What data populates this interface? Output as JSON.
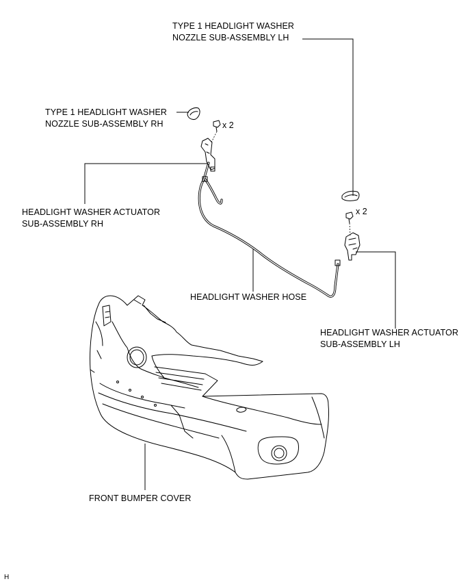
{
  "labels": {
    "nozzle_lh": [
      "TYPE 1 HEADLIGHT WASHER",
      "NOZZLE SUB-ASSEMBLY LH"
    ],
    "nozzle_rh": [
      "TYPE 1 HEADLIGHT WASHER",
      "NOZZLE SUB-ASSEMBLY RH"
    ],
    "actuator_rh": [
      "HEADLIGHT WASHER ACTUATOR",
      "SUB-ASSEMBLY RH"
    ],
    "actuator_lh": [
      "HEADLIGHT WASHER ACTUATOR",
      "SUB-ASSEMBLY LH"
    ],
    "hose": "HEADLIGHT WASHER HOSE",
    "bumper": "FRONT BUMPER COVER"
  },
  "quantities": {
    "bolt_rh": "x 2",
    "bolt_lh": "x 2"
  },
  "figure_code": "H"
}
